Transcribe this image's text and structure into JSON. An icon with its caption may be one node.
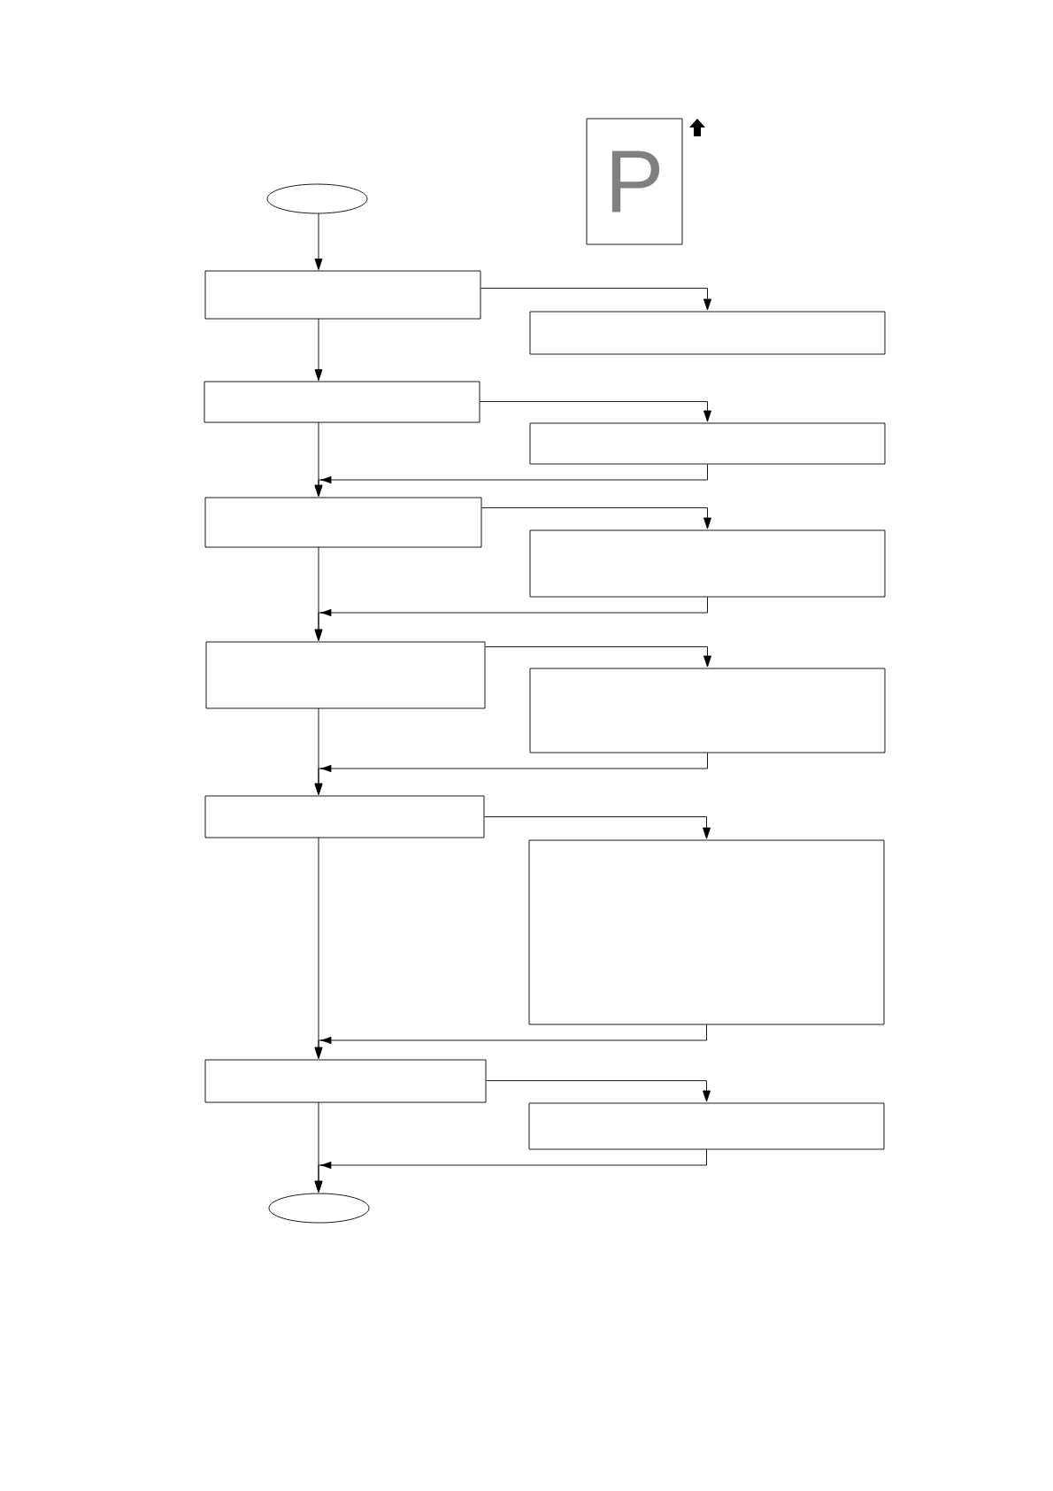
{
  "diagram": {
    "nodes": [
      {
        "text": [
          "P"
        ]
      },
      {
        "text": [],
        "shape": "ellipse"
      },
      {
        "text": [],
        "shape": "box"
      },
      {
        "text": [],
        "shape": "box"
      },
      {
        "text": [],
        "shape": "box"
      },
      {
        "text": [],
        "shape": "box"
      },
      {
        "text": [],
        "shape": "box"
      },
      {
        "text": [],
        "shape": "box"
      },
      {
        "text": [],
        "shape": "box"
      },
      {
        "text": [],
        "shape": "box"
      },
      {
        "text": [],
        "shape": "box"
      },
      {
        "text": [],
        "shape": "box"
      },
      {
        "text": [],
        "shape": "box"
      },
      {
        "text": [],
        "shape": "box"
      },
      {
        "text": [],
        "shape": "ellipse"
      }
    ],
    "edges": [
      {
        "from": 1,
        "to": 2,
        "arrow": "to"
      },
      {
        "from": 2,
        "to": 3,
        "arrow": "to"
      },
      {
        "from": 2,
        "to": 4,
        "arrow": "to"
      },
      {
        "from": 4,
        "to": 5,
        "arrow": "to"
      },
      {
        "from": 5,
        "to": 6,
        "arrow": "to"
      },
      {
        "from": 4,
        "to": 6,
        "arrow": "to"
      },
      {
        "from": 6,
        "to": 7,
        "arrow": "to"
      },
      {
        "from": 7,
        "to": 8,
        "arrow": "to"
      },
      {
        "from": 6,
        "to": 8,
        "arrow": "to"
      },
      {
        "from": 8,
        "to": 9,
        "arrow": "to"
      },
      {
        "from": 9,
        "to": 10,
        "arrow": "to"
      },
      {
        "from": 8,
        "to": 10,
        "arrow": "to"
      },
      {
        "from": 10,
        "to": 11,
        "arrow": "to"
      },
      {
        "from": 11,
        "to": 12,
        "arrow": "to"
      },
      {
        "from": 10,
        "to": 12,
        "arrow": "to"
      },
      {
        "from": 12,
        "to": 13,
        "arrow": "to"
      },
      {
        "from": 13,
        "to": 14,
        "arrow": "to"
      },
      {
        "from": 12,
        "to": 14,
        "arrow": "to"
      }
    ]
  }
}
